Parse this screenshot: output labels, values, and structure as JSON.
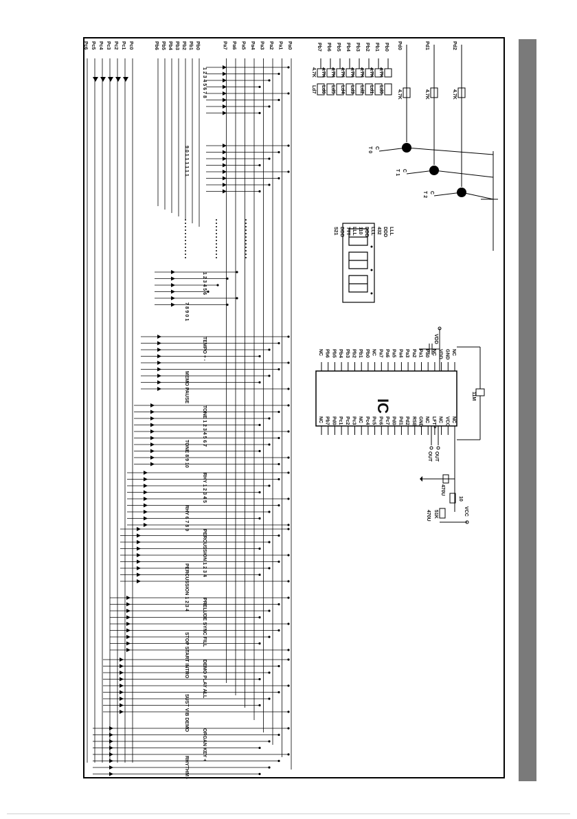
{
  "diagram": {
    "ic_label": "IC",
    "ic_left_pins": [
      "NC",
      "Pb6",
      "Pb5",
      "Pb4",
      "Pb3",
      "Pb2",
      "Pb1",
      "Pb0",
      "NC",
      "Pa7",
      "Pa6",
      "Pa5",
      "Pa4",
      "Pa3",
      "Pa2",
      "Pa1",
      "Pa0",
      "NC",
      "VDD",
      "GND",
      "NC"
    ],
    "ic_right_pins": [
      "NC",
      "Pb7",
      "Pd0",
      "Pc1",
      "Pc2",
      "Pc3",
      "NC",
      "Pc4",
      "Pc5",
      "Pc6",
      "Pc7",
      "Pd0",
      "Pd1",
      "Pd2",
      "RSB",
      "GND",
      "NC",
      "LFTP",
      "NC",
      "VCC",
      "NC"
    ],
    "power": {
      "vdd": "VDD",
      "vcc": "VCC",
      "out": "OUT",
      "out_bar": "OUT"
    },
    "crystal_label": "11M",
    "passives": [
      "10",
      "470U",
      "51K",
      "470U"
    ],
    "transistors": [
      {
        "base": "Pd0",
        "res": "4.7K",
        "col": "C",
        "label": "T 0"
      },
      {
        "base": "Pd1",
        "res": "4.7K",
        "col": "C",
        "label": "T 1"
      },
      {
        "base": "Pd2",
        "res": "4.7K",
        "col": "C",
        "label": "T 2"
      }
    ],
    "led_rows": [
      {
        "port": "Pb0",
        "res": "4.7K",
        "led": "Ld0"
      },
      {
        "port": "Pb1",
        "res": "4.7K",
        "led": "Ld1"
      },
      {
        "port": "Pb2",
        "res": "4.7K",
        "led": "Ld2"
      },
      {
        "port": "Pb3",
        "res": "4.7K",
        "led": "Ld3"
      },
      {
        "port": "Pb4",
        "res": "4.7K",
        "led": "Ld4"
      },
      {
        "port": "Pb5",
        "res": "4.7K",
        "led": "Ld5"
      },
      {
        "port": "Pb6",
        "res": "4.7K",
        "led": "Ld6"
      },
      {
        "port": "Pb7",
        "res": "4.7K",
        "led": "Ld7"
      }
    ],
    "port_labels": [
      "Pa0",
      "Pa1",
      "Pa2",
      "Pa3",
      "Pa4",
      "Pa5",
      "Pa6",
      "Pa7"
    ],
    "pb_labels": [
      "Pb0",
      "Pb1",
      "Pb2",
      "Pb3",
      "Pb4",
      "Pb5",
      "Pb6"
    ],
    "pc_labels": [
      "Pc0",
      "Pc1",
      "Pc2",
      "Pc3",
      "Pc4",
      "Pc5",
      "Pc6"
    ],
    "display_labels": [
      "LLL",
      "DDD",
      "432",
      "LLL",
      "DDD",
      "110",
      "LLL",
      "TTT",
      "DDD",
      "S21"
    ],
    "key_groups": [
      "1 2 3 4 5 6 7 8",
      "9 0 1 1 1 1 1 1",
      "1 2 3 4 5 6",
      "7 8 9 0 1",
      "TEMPO + -",
      "MEMO PAUSE",
      "TONE 1 2 3 4 5 6 7",
      "TONE 8 9 10",
      "RHY 1 2 3 4 5",
      "RHY 6 7 8 9",
      "PERCUSSION 1 2 3 4",
      "PERCUSSION 1 2 3 4",
      "PRELUDE SYNC FILL",
      "STOP START INTRO",
      "DEMO PLAY ALL",
      "SUST VIB DEMO",
      "ORGAN KEY +",
      "RHYTHM -"
    ]
  }
}
